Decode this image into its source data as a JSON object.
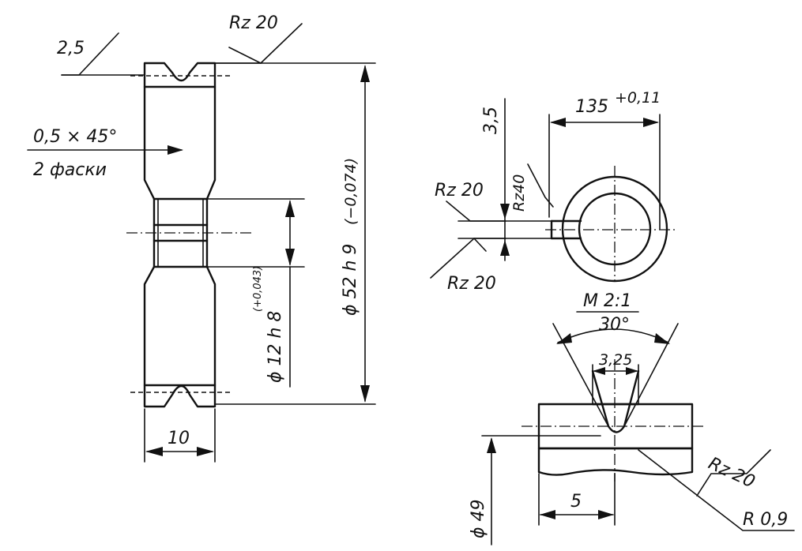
{
  "left_view": {
    "roughness_top": "Rz 20",
    "chamfer_roughness": "2,5",
    "chamfer_size": "0,5 × 45°",
    "chamfer_count": "2 фаски",
    "width": "10",
    "bore_dia": "ϕ 12 h 8",
    "bore_tol": "(+0,043)",
    "outer_dia": "ϕ 52 h 9",
    "outer_tol": "(−0,074)"
  },
  "top_right_view": {
    "slot_width": "135",
    "slot_tol": "+0,11",
    "depth": "3,5",
    "rz_inner": "Rz40",
    "rz_upper": "Rz 20",
    "rz_lower": "Rz 20"
  },
  "detail_view": {
    "scale": "М 2:1",
    "angle": "30°",
    "groove_width": "3,25",
    "base_dia": "ϕ 49",
    "offset": "5",
    "radius": "R 0,9",
    "roughness": "Rz 20"
  }
}
